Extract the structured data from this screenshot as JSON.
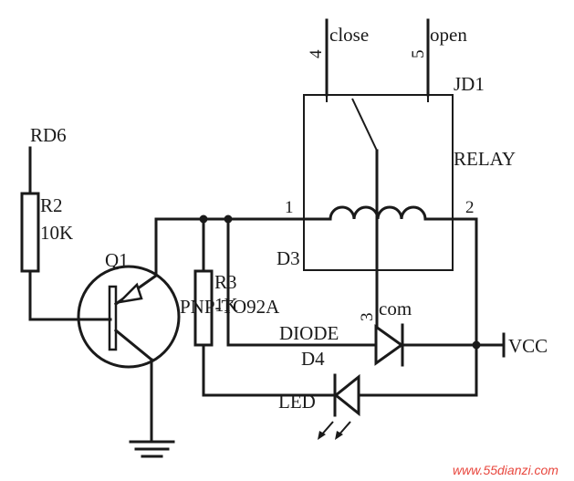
{
  "diagram": {
    "signal_label": "RD6",
    "r2": {
      "ref": "R2",
      "value": "10K"
    },
    "q1": {
      "ref": "Q1",
      "part": "PNP-TO92A"
    },
    "r3": {
      "ref": "R3",
      "value": "1K"
    },
    "relay": {
      "ref": "JD1",
      "type": "RELAY",
      "pin1": "1",
      "pin2": "2",
      "pin3": "3",
      "pin4": "4",
      "pin5": "5",
      "contact_close": "close",
      "contact_open": "open",
      "common": "com"
    },
    "d3": {
      "ref": "D3",
      "type": "DIODE"
    },
    "d4": {
      "ref": "D4",
      "type": "LED"
    },
    "supply": "VCC",
    "watermark": "www.55dianzi.com"
  },
  "colors": {
    "ink": "#1a1a1a",
    "watermark": "#e8473e",
    "background": "#ffffff"
  }
}
